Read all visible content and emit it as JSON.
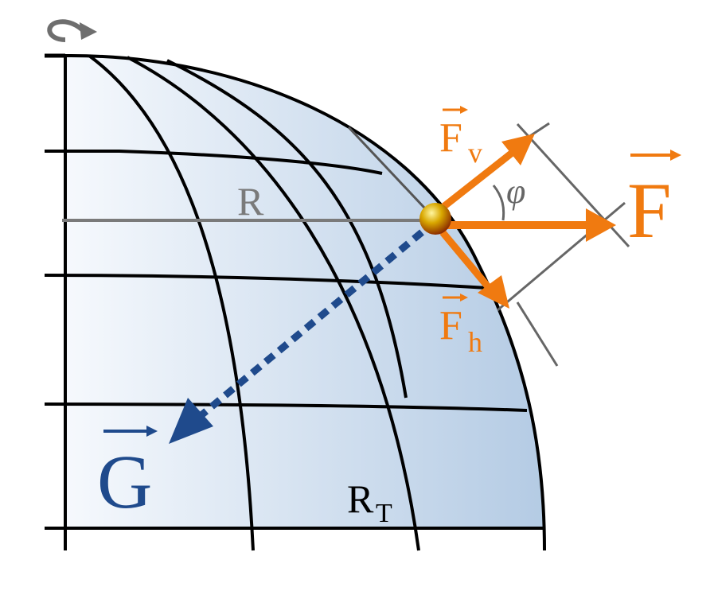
{
  "labels": {
    "R": "R",
    "RT_main": "R",
    "RT_sub": "T",
    "F": "F",
    "Fv_main": "F",
    "Fv_sub": "v",
    "Fh_main": "F",
    "Fh_sub": "h",
    "G": "G",
    "phi": "φ"
  },
  "colors": {
    "force": "#F07A10",
    "gravity": "#1F4A8C",
    "radius_line": "#7A7A7A",
    "grid": "#000000",
    "sphere_fill_light": "#F4F8FC",
    "sphere_fill_dark": "#B6CDE6",
    "ball": "#C8A000"
  },
  "icons": {
    "rotation": "rotation-arrow-icon"
  }
}
